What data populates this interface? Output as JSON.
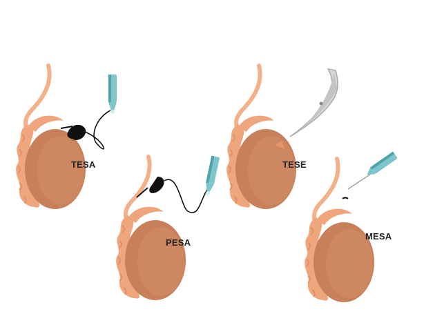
{
  "panels": [
    {
      "id": "tesa",
      "label": "TESA",
      "instrument": "needle-syringe-icon"
    },
    {
      "id": "pesa",
      "label": "PESA",
      "instrument": "needle-syringe-icon"
    },
    {
      "id": "tese",
      "label": "TESE",
      "instrument": "scissors-icon"
    },
    {
      "id": "mesa",
      "label": "MESA",
      "instrument": "micropipette-icon"
    }
  ],
  "colors": {
    "testis": "#c8805b",
    "testis_shadow": "#b56e4d",
    "epididymis": "#f0a67c",
    "epididymis_dark": "#e08f66",
    "tube": "#f4b089",
    "instrument_blue": "#7fc6cc",
    "instrument_blue_dark": "#4fa3ab",
    "metal": "#d8d8d8",
    "metal_dark": "#a8a8a8",
    "black": "#111111"
  }
}
